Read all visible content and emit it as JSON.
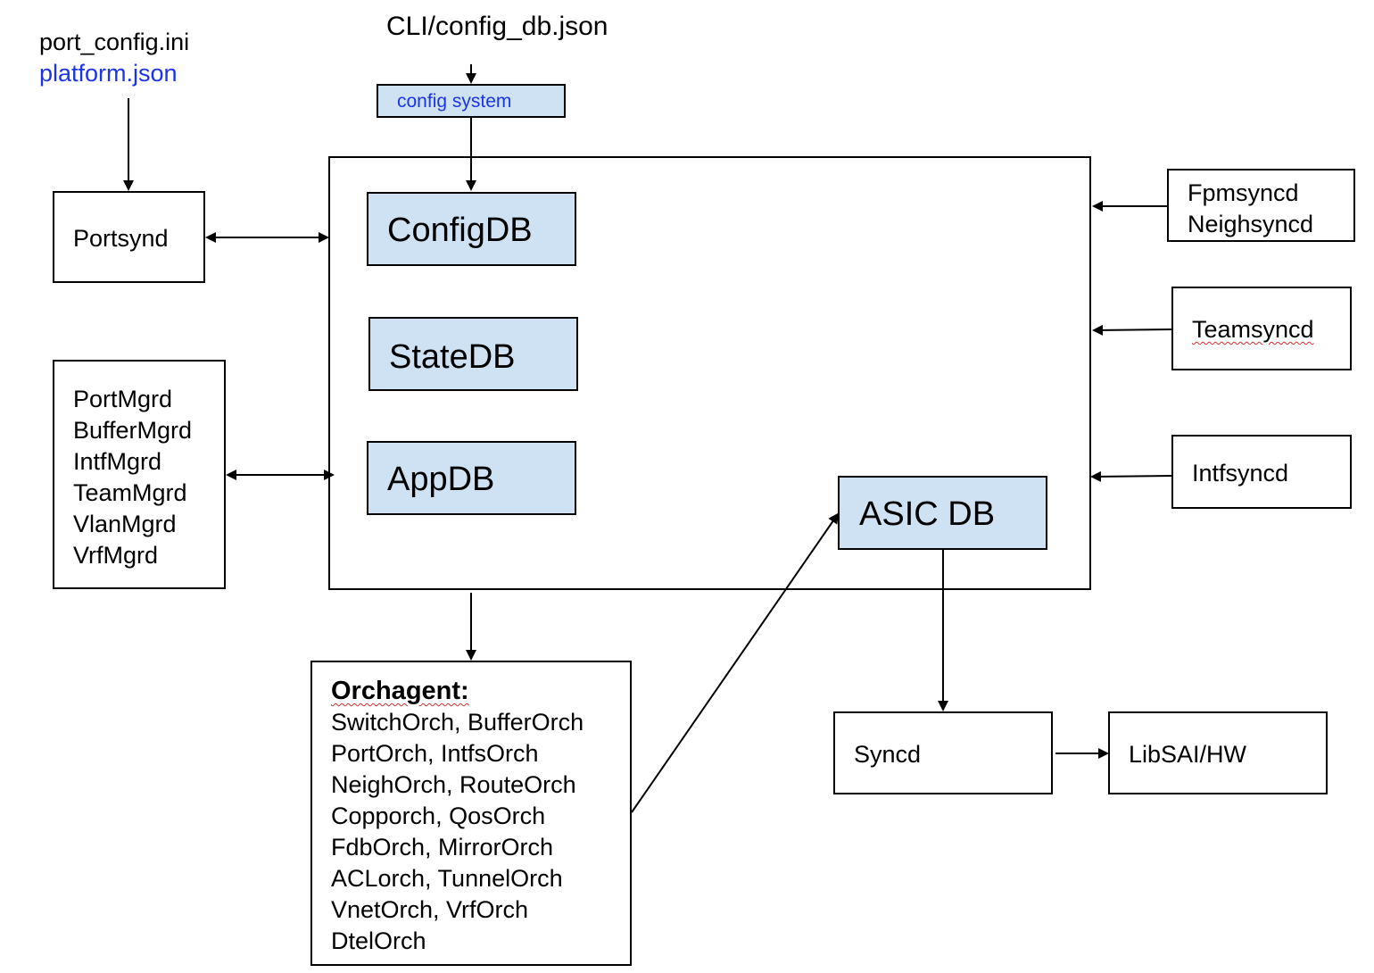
{
  "sources": {
    "port_config": "port_config.ini",
    "platform_json": "platform.json",
    "cli_config": "CLI/config_db.json",
    "config_system": "config system"
  },
  "databases": {
    "config_db": "ConfigDB",
    "state_db": "StateDB",
    "app_db": "AppDB",
    "asic_db": "ASIC DB"
  },
  "portsynd": "Portsynd",
  "managers": [
    "PortMgrd",
    "BufferMgrd",
    "IntfMgrd",
    "TeamMgrd",
    "VlanMgrd",
    "VrfMgrd"
  ],
  "syncds": {
    "fpm": [
      "Fpmsyncd",
      "Neighsyncd"
    ],
    "team": "Teamsyncd",
    "intf": "Intfsyncd"
  },
  "orchagent": {
    "title": "Orchagent:",
    "lines": [
      "SwitchOrch, BufferOrch",
      "PortOrch, IntfsOrch",
      "NeighOrch, RouteOrch",
      "Copporch, QosOrch",
      "FdbOrch, MirrorOrch",
      "ACLorch, TunnelOrch",
      "VnetOrch, VrfOrch",
      "DtelOrch"
    ]
  },
  "syncd": "Syncd",
  "libsai": "LibSAI/HW",
  "colors": {
    "db_fill": "#cfe2f3",
    "link_text": "#1a35e8",
    "spell_mark": "#d32f2f"
  }
}
